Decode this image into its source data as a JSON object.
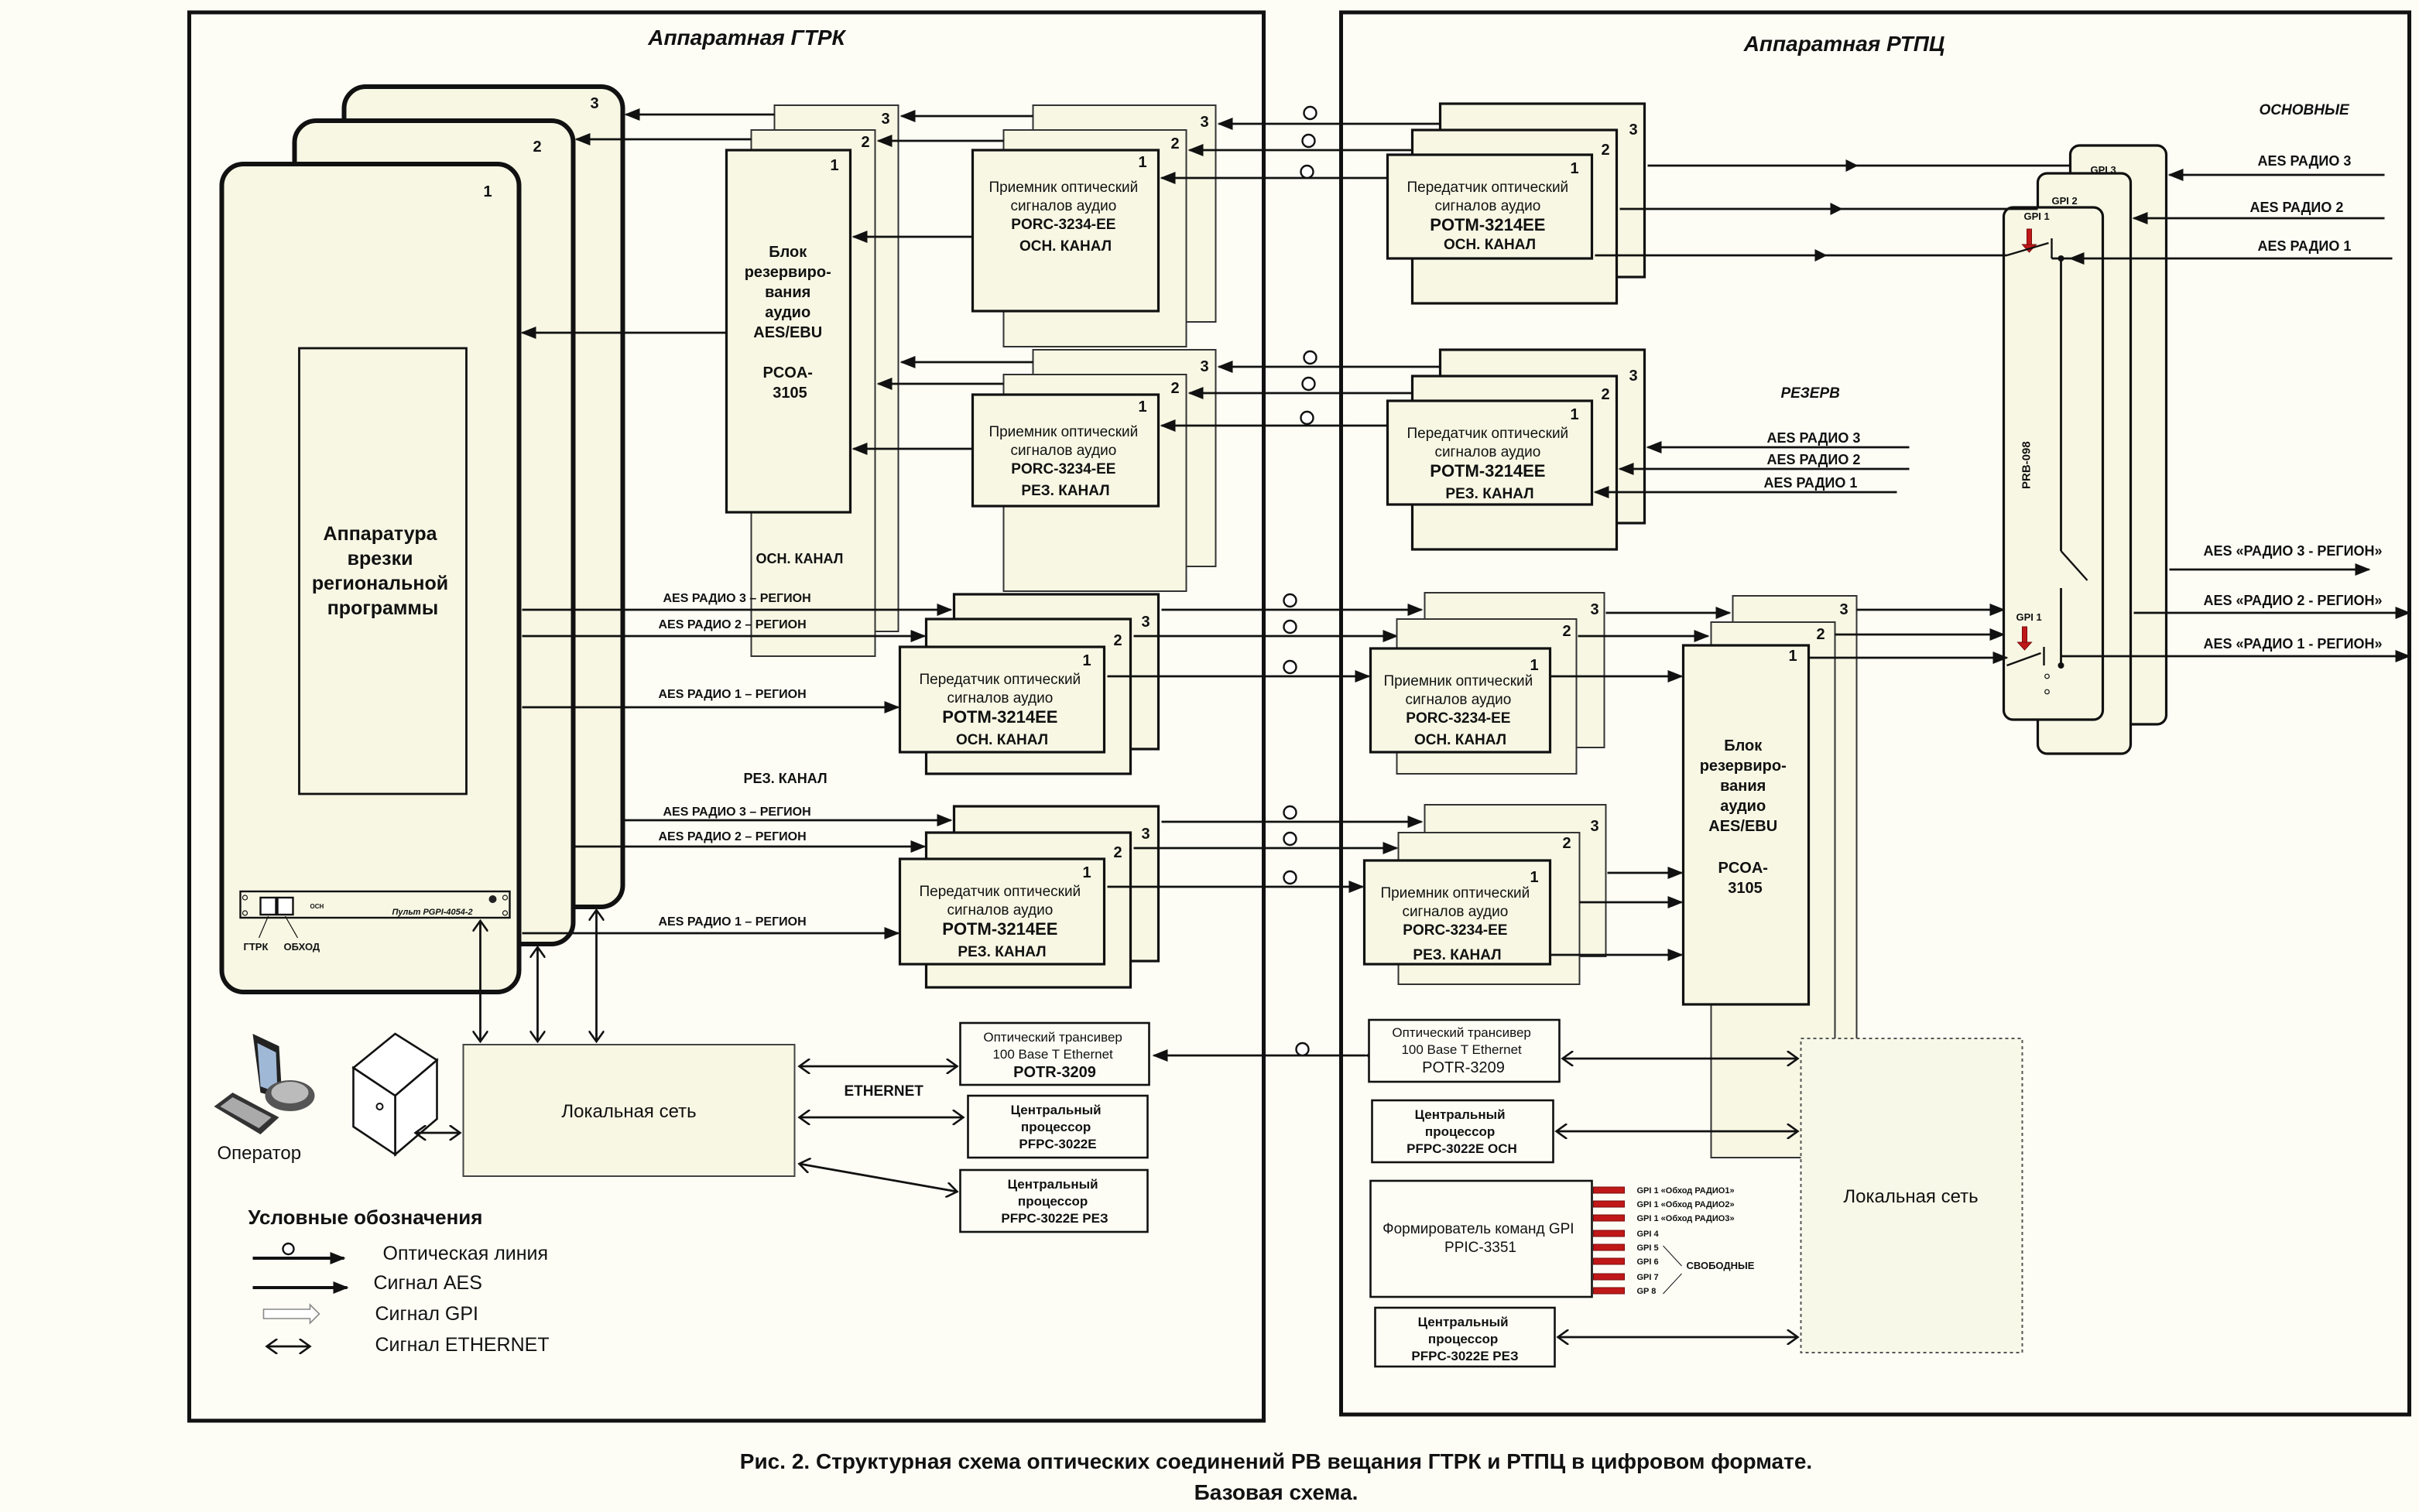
{
  "rooms": {
    "gtrk": {
      "title": "Аппаратная ГТРК"
    },
    "rtpc": {
      "title": "Аппаратная РТПЦ"
    }
  },
  "gtrk": {
    "racks": {
      "labels": [
        "1",
        "2",
        "3"
      ]
    },
    "insertion": {
      "lines": [
        "Аппаратура",
        "врезки",
        "региональной",
        "программы"
      ]
    },
    "console": {
      "label": "Пульт  PGPI-4054-2",
      "osn": "ОСН",
      "btn_gtrk": "ГТРК",
      "btn_bypass": "ОБХОД"
    },
    "backup_block": {
      "lines": [
        "Блок",
        "резервиро-",
        "вания",
        "аудио",
        "AES/EBU",
        "",
        "PCOA-",
        "3105"
      ],
      "nums": [
        "1",
        "2",
        "3"
      ]
    },
    "rx_main": {
      "lines": [
        "Приемник оптический",
        "сигналов аудио",
        "PORC-3234-EE",
        "ОСН. КАНАЛ"
      ],
      "nums": [
        "1",
        "2",
        "3"
      ]
    },
    "rx_res": {
      "lines": [
        "Приемник оптический",
        "сигналов аудио",
        "PORC-3234-EE",
        "РЕЗ. КАНАЛ"
      ],
      "nums": [
        "1",
        "2",
        "3"
      ]
    },
    "main_channel_label": "ОСН. КАНАЛ",
    "res_channel_label": "РЕЗ. КАНАЛ",
    "region_signals": [
      "AES РАДИО 3 – РЕГИОН",
      "AES РАДИО 2 – РЕГИОН",
      "AES РАДИО 1 – РЕГИОН"
    ],
    "tx_main": {
      "lines": [
        "Передатчик оптический",
        "сигналов аудио",
        "POTM-3214EE",
        "ОСН. КАНАЛ"
      ],
      "nums": [
        "1",
        "2",
        "3"
      ]
    },
    "tx_res": {
      "lines": [
        "Передатчик оптический",
        "сигналов аудио",
        "POTM-3214EE",
        "РЕЗ. КАНАЛ"
      ],
      "nums": [
        "1",
        "2",
        "3"
      ]
    },
    "lan": {
      "label": "Локальная сеть"
    },
    "operator": {
      "label": "Оператор"
    },
    "ethernet_label": "ETHERNET",
    "transceiver": {
      "lines": [
        "Оптический трансивер",
        "100 Base T Ethernet",
        "POTR-3209"
      ]
    },
    "cpu_main": {
      "lines": [
        "Центральный",
        "процессор",
        "PFPC-3022E"
      ]
    },
    "cpu_res": {
      "lines": [
        "Центральный",
        "процессор",
        "PFPC-3022E РЕЗ"
      ]
    }
  },
  "rtpc": {
    "tx_main": {
      "lines": [
        "Передатчик оптический",
        "сигналов аудио",
        "POTM-3214EE",
        "ОСН. КАНАЛ"
      ],
      "nums": [
        "1",
        "2",
        "3"
      ]
    },
    "tx_res": {
      "lines": [
        "Передатчик оптический",
        "сигналов аудио",
        "POTM-3214EE",
        "РЕЗ. КАНАЛ"
      ],
      "nums": [
        "1",
        "2",
        "3"
      ]
    },
    "main_label": "ОСНОВНЫЕ",
    "reserve_label": "РЕЗЕРВ",
    "main_inputs": [
      "AES РАДИО 3",
      "AES РАДИО 2",
      "AES РАДИО 1"
    ],
    "reserve_inputs": [
      "AES РАДИО 3",
      "AES РАДИО 2",
      "AES РАДИО 1"
    ],
    "prb": {
      "label": "PRB-098",
      "gpi": [
        "GPI 1",
        "GPI 2",
        "GPI 3"
      ],
      "gpi_low": "GPI 1"
    },
    "outputs": [
      "AES «РАДИО 3 - РЕГИОН»",
      "AES «РАДИО 2 - РЕГИОН»",
      "AES «РАДИО 1 - РЕГИОН»"
    ],
    "rx_main": {
      "lines": [
        "Приемник оптический",
        "сигналов аудио",
        "PORC-3234-EE",
        "ОСН. КАНАЛ"
      ],
      "nums": [
        "1",
        "2",
        "3"
      ]
    },
    "rx_res": {
      "lines": [
        "Приемник оптический",
        "сигналов аудио",
        "PORC-3234-EE",
        "РЕЗ. КАНАЛ"
      ],
      "nums": [
        "1",
        "2",
        "3"
      ]
    },
    "backup_block": {
      "lines": [
        "Блок",
        "резервиро-",
        "вания",
        "аудио",
        "AES/EBU",
        "",
        "PCOA-",
        "3105"
      ],
      "nums": [
        "1",
        "2",
        "3"
      ]
    },
    "transceiver": {
      "lines": [
        "Оптический трансивер",
        "100 Base T Ethernet",
        "POTR-3209"
      ]
    },
    "cpu_main": {
      "lines": [
        "Центральный",
        "процессор",
        "PFPC-3022E ОСН"
      ]
    },
    "gpi_former": {
      "lines": [
        "Формирователь команд GPI",
        "PPIC-3351"
      ]
    },
    "gpi_outputs": [
      "GPI 1 «Обход РАДИО1»",
      "GPI 1 «Обход РАДИО2»",
      "GPI 1 «Обход РАДИО3»",
      "GPI 4",
      "GPI 5",
      "GPI 6",
      "GPI 7",
      "GP 8"
    ],
    "free_label": "СВОБОДНЫЕ",
    "cpu_res": {
      "lines": [
        "Центральный",
        "процессор",
        "PFPC-3022E РЕЗ"
      ]
    },
    "lan": {
      "label": "Локальная сеть"
    }
  },
  "legend": {
    "title": "Условные обозначения",
    "items": [
      "Оптическая линия",
      "Сигнал AES",
      "Сигнал GPI",
      "Сигнал ETHERNET"
    ]
  },
  "caption": {
    "line1": "Рис. 2. Структурная схема оптических соединений РВ вещания ГТРК  и РТПЦ в цифровом формате.",
    "line2": "Базовая схема."
  },
  "colors": {
    "background": "#fdfdf6",
    "box_fill": "#f7f7e4",
    "gpi_red": "#c01818"
  }
}
